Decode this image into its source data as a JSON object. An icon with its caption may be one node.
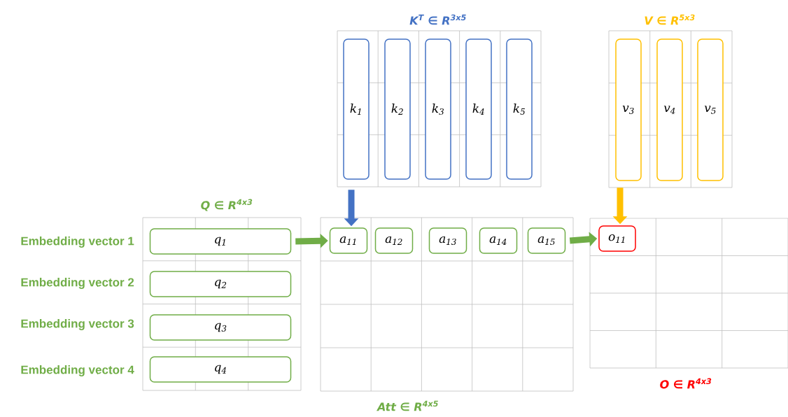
{
  "diagram": {
    "nodes": [
      {
        "text": [
          "q$_{1}$"
        ]
      },
      {
        "text": [
          "q$_{2}$"
        ]
      },
      {
        "text": [
          "q$_{3}$"
        ]
      },
      {
        "text": [
          "q$_{4}$"
        ]
      },
      {
        "text": [
          "k$_{1}$"
        ]
      },
      {
        "text": [
          "k$_{2}$"
        ]
      },
      {
        "text": [
          "k$_{3}$"
        ]
      },
      {
        "text": [
          "k$_{4}$"
        ]
      },
      {
        "text": [
          "k$_{5}$"
        ]
      },
      {
        "text": [
          "v$_{3}$"
        ]
      },
      {
        "text": [
          "v$_{4}$"
        ]
      },
      {
        "text": [
          "v$_{5}$"
        ]
      },
      {
        "text": [
          "a$_{11}$"
        ]
      },
      {
        "text": [
          "a$_{12}$"
        ]
      },
      {
        "text": [
          "a$_{13}$"
        ]
      },
      {
        "text": [
          "a$_{14}$"
        ]
      },
      {
        "text": [
          "a$_{15}$"
        ]
      },
      {
        "text": [
          "o$_{11}$"
        ]
      }
    ],
    "edges": [
      {
        "from": 4,
        "to": 12,
        "arrow": "to",
        "color": "#4472c4"
      },
      {
        "from": 9,
        "to": 17,
        "arrow": "to",
        "color": "#ffc000"
      },
      {
        "from": 0,
        "to": 12,
        "arrow": "to"
      },
      {
        "from": 16,
        "to": 17,
        "arrow": "to"
      }
    ],
    "labels": [
      "K$^{T}$ ∈ R$^{3x5}$",
      "V ∈ R$^{5x3}$",
      "Q ∈ R$^{4x3}$",
      "Embedding vector 1",
      "Embedding vector 2",
      "Embedding vector 3",
      "Embedding vector 4",
      "Att ∈ R$^{4x5}$",
      "O ∈ R$^{4x3}$"
    ]
  }
}
